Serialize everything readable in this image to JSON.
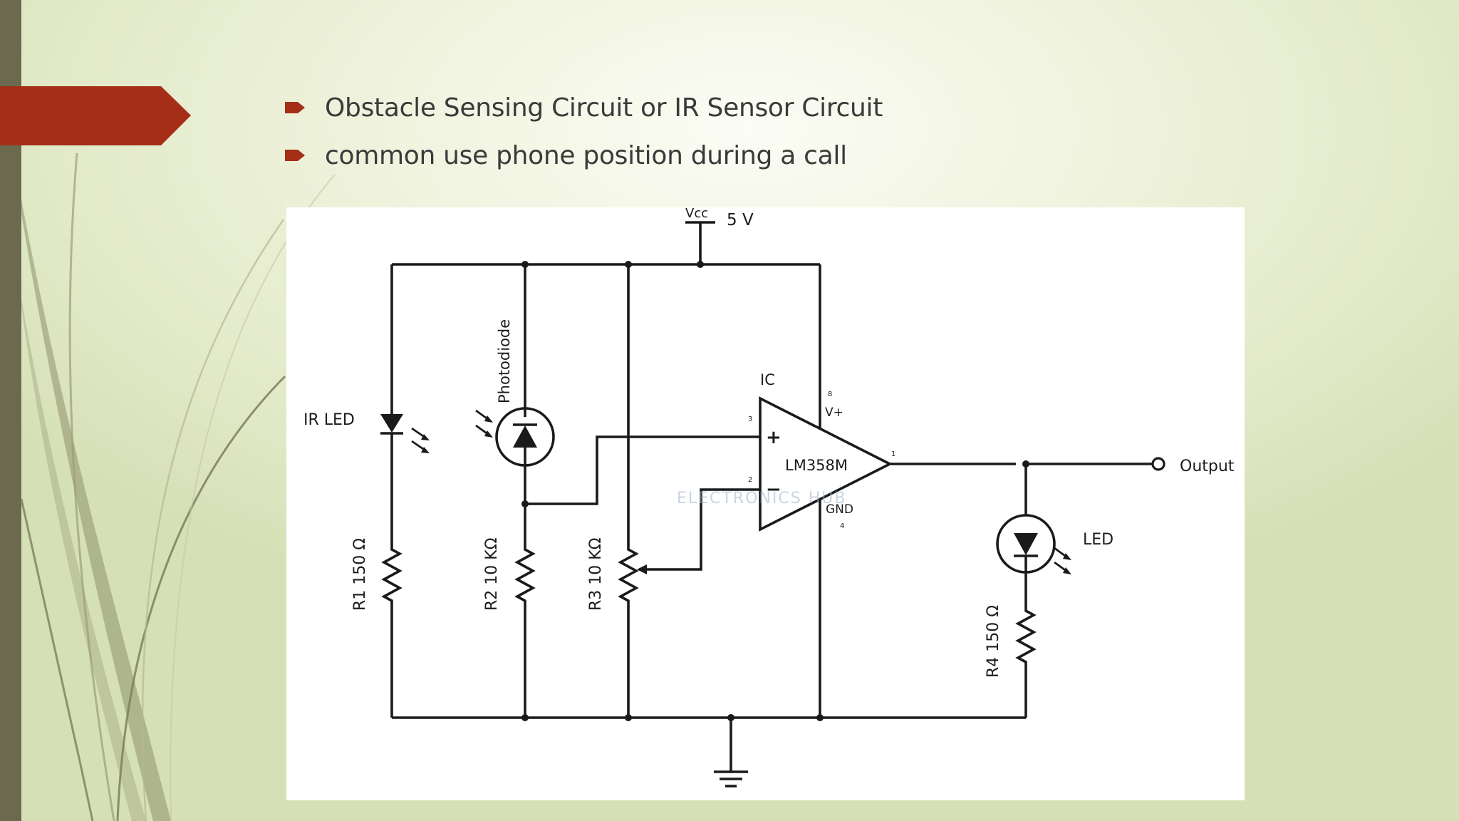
{
  "slide": {
    "bullets": [
      "Obstacle Sensing Circuit or IR Sensor Circuit",
      "common use phone position during a call"
    ],
    "colors": {
      "accent": "#a52e17",
      "left_bar": "#6b6a4f",
      "background": "#eef2dc"
    }
  },
  "diagram": {
    "vcc_label": "Vcc",
    "supply_label": "5 V",
    "ir_led_label": "IR LED",
    "photodiode_label": "Photodiode",
    "ic_label": "IC",
    "ic_name": "LM358M",
    "vplus_label": "V+",
    "gnd_label": "GND",
    "plus_sign": "+",
    "minus_sign": "−",
    "pin_3": "3",
    "pin_2": "2",
    "pin_8": "8",
    "pin_4": "4",
    "pin_1": "1",
    "output_label": "Output",
    "led_label": "LED",
    "r1_label": "R1 150 Ω",
    "r2_label": "R2 10 KΩ",
    "r3_label": "R3 10 KΩ",
    "r4_label": "R4 150 Ω",
    "watermark": "ELECTRONICS HUB"
  }
}
